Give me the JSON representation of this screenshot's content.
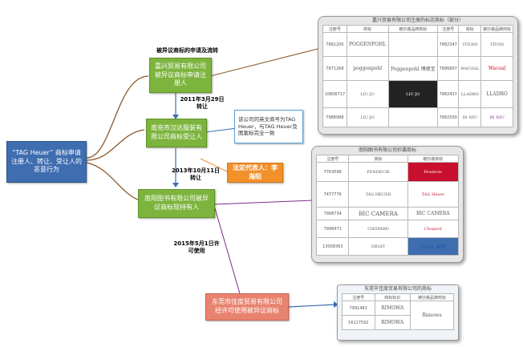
{
  "flow_title": "被异议商标的申请及流转",
  "left_box": "“TAG Heuer” 商标申请注册人、转让、受让人的恶意行为",
  "nodes": {
    "n1": "嘉兴贸易有限公司被异议商标申请注册人",
    "n2": "南充市汉达服装有限公司商标受让人",
    "n3": "南阳图书有限公司被异议商标现持有人",
    "n4": "东莞市佳度贸易有限公司经许可使用被异议商标"
  },
  "labels": {
    "d1": "2011年3月29日转让",
    "d2": "2013年10月11日转让",
    "d3": "2015年5月1日许可使用"
  },
  "note": "该公司的英文商号为TAG Heuer，与TAG Heuer及图案标完全一致",
  "orange": "法定代表人：李海阳",
  "panel1": {
    "title": "嘉兴贸易有限公司注册的标志商标（部分）",
    "headers": [
      "注册号",
      "商标",
      "被抄袭品牌商标",
      "注册号",
      "商标",
      "被抄袭品牌商标"
    ],
    "rows": [
      [
        "7881200",
        "POGGENPOHL",
        "",
        "7882347",
        "TITONI",
        "TITON"
      ],
      [
        "7871268",
        "poggenpohl",
        "Poggenpohl 博德宝",
        "7886807",
        "WACOAL",
        "Wacoal"
      ],
      [
        "10806717",
        "LIU JO",
        "LIU·JO",
        "7882437",
        "LLADRO",
        "LLADRO"
      ],
      [
        "7988988",
        "LIU JO",
        "",
        "7882500",
        "IN NIU",
        "IN NIU"
      ]
    ]
  },
  "panel2": {
    "title": "南阳图书有限公司抄袭商标",
    "headers": [
      "注册号",
      "商标",
      "被抄袭商标"
    ],
    "rows": [
      [
        "7763098",
        "FENDECIE",
        "Fendecie"
      ],
      [
        "7477776",
        "TAG HEUER",
        "TAG Heuer"
      ],
      [
        "7998734",
        "BIC CAMERA",
        "BIC CAMERA"
      ],
      [
        "7998471",
        "CHOPARD",
        "Chopard"
      ],
      [
        "13008363",
        "HEGIT",
        "Hoeit 赫然"
      ]
    ]
  },
  "panel3": {
    "title": "东莞市佳度贸易有限公司的商标",
    "headers": [
      "注册号",
      "商标标识",
      "被抄袭品牌商标"
    ],
    "rows": [
      [
        "7991481",
        "RIMOWA",
        "Rimowa"
      ],
      [
        "16117592",
        "RIMOWA",
        ""
      ]
    ]
  }
}
